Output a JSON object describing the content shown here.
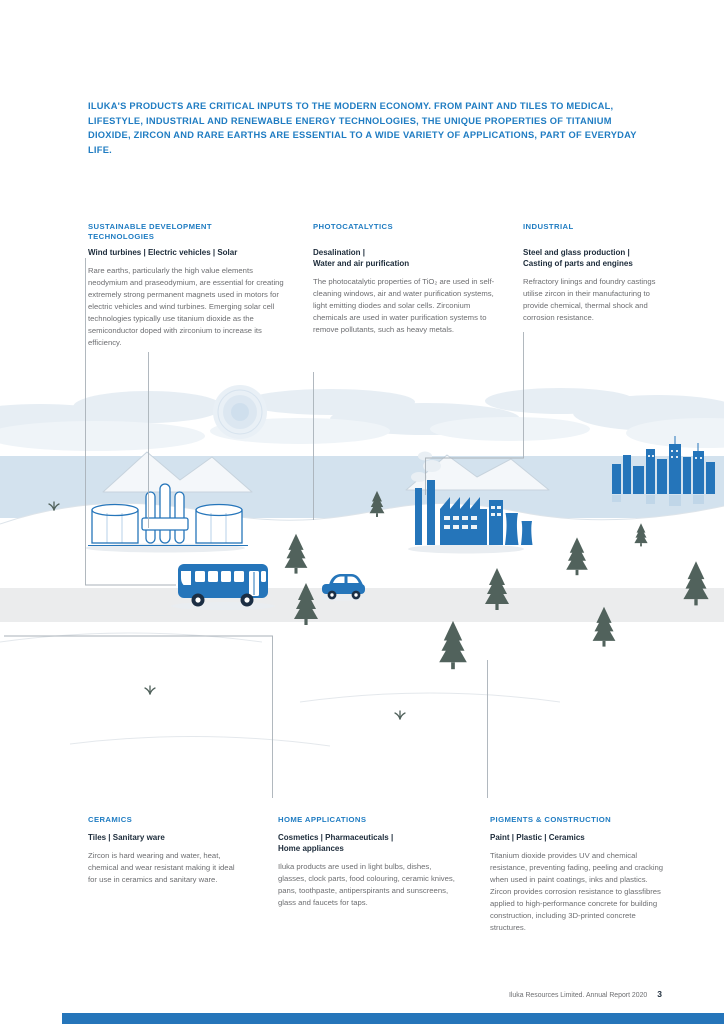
{
  "intro": {
    "text": "ILUKA'S PRODUCTS ARE CRITICAL INPUTS TO THE MODERN ECONOMY. FROM PAINT AND TILES TO MEDICAL, LIFESTYLE, INDUSTRIAL AND RENEWABLE ENERGY TECHNOLOGIES, THE UNIQUE PROPERTIES OF TITANIUM DIOXIDE, ZIRCON AND RARE EARTHS ARE ESSENTIAL TO A WIDE VARIETY OF APPLICATIONS, PART OF EVERYDAY LIFE."
  },
  "top_sections": [
    {
      "heading": "SUSTAINABLE DEVELOPMENT\nTECHNOLOGIES",
      "subheading": "Wind turbines | Electric vehicles | Solar",
      "body": "Rare earths, particularly the high value elements neodymium and praseodymium, are essential for creating extremely strong permanent magnets used in motors for electric vehicles and wind turbines. Emerging solar cell technologies typically use titanium dioxide as the semiconductor doped with zirconium to increase its efficiency."
    },
    {
      "heading": "PHOTOCATALYTICS",
      "subheading": "Desalination |\nWater and air purification",
      "body": "The photocatalytic properties of TiO₂ are used in self-cleaning windows, air and water purification systems, light emitting diodes and solar cells. Zirconium chemicals are used in water purification systems to remove pollutants, such as heavy metals."
    },
    {
      "heading": "INDUSTRIAL",
      "subheading": "Steel and glass production |\nCasting of parts and engines",
      "body": "Refractory linings and foundry castings utilise zircon in their manufacturing to provide chemical, thermal shock and corrosion resistance."
    }
  ],
  "bottom_sections": [
    {
      "heading": "CERAMICS",
      "subheading": "Tiles | Sanitary ware",
      "body": "Zircon is hard wearing and water, heat, chemical and wear resistant making it ideal for use in ceramics and sanitary ware."
    },
    {
      "heading": "HOME APPLICATIONS",
      "subheading": "Cosmetics | Pharmaceuticals |\nHome appliances",
      "body": "Iluka products are used in light bulbs, dishes, glasses, clock parts, food colouring, ceramic knives, pans, toothpaste, antiperspirants and sunscreens, glass and faucets for taps."
    },
    {
      "heading": "PIGMENTS & CONSTRUCTION",
      "subheading": "Paint | Plastic | Ceramics",
      "body": "Titanium dioxide provides UV and chemical resistance, preventing fading, peeling and cracking when used in paint coatings, inks and plastics. Zircon provides corrosion resistance to glassfibres applied to high-performance concrete for building construction, including 3D-printed concrete structures."
    }
  ],
  "footer": {
    "text": "Iluka Resources Limited. Annual Report 2020",
    "page_number": "3"
  },
  "colors": {
    "brand_blue": "#1f7cc2",
    "illustration_blue": "#2575ba",
    "heading_navy": "#1c2b3a",
    "body_gray": "#6d6e71"
  }
}
